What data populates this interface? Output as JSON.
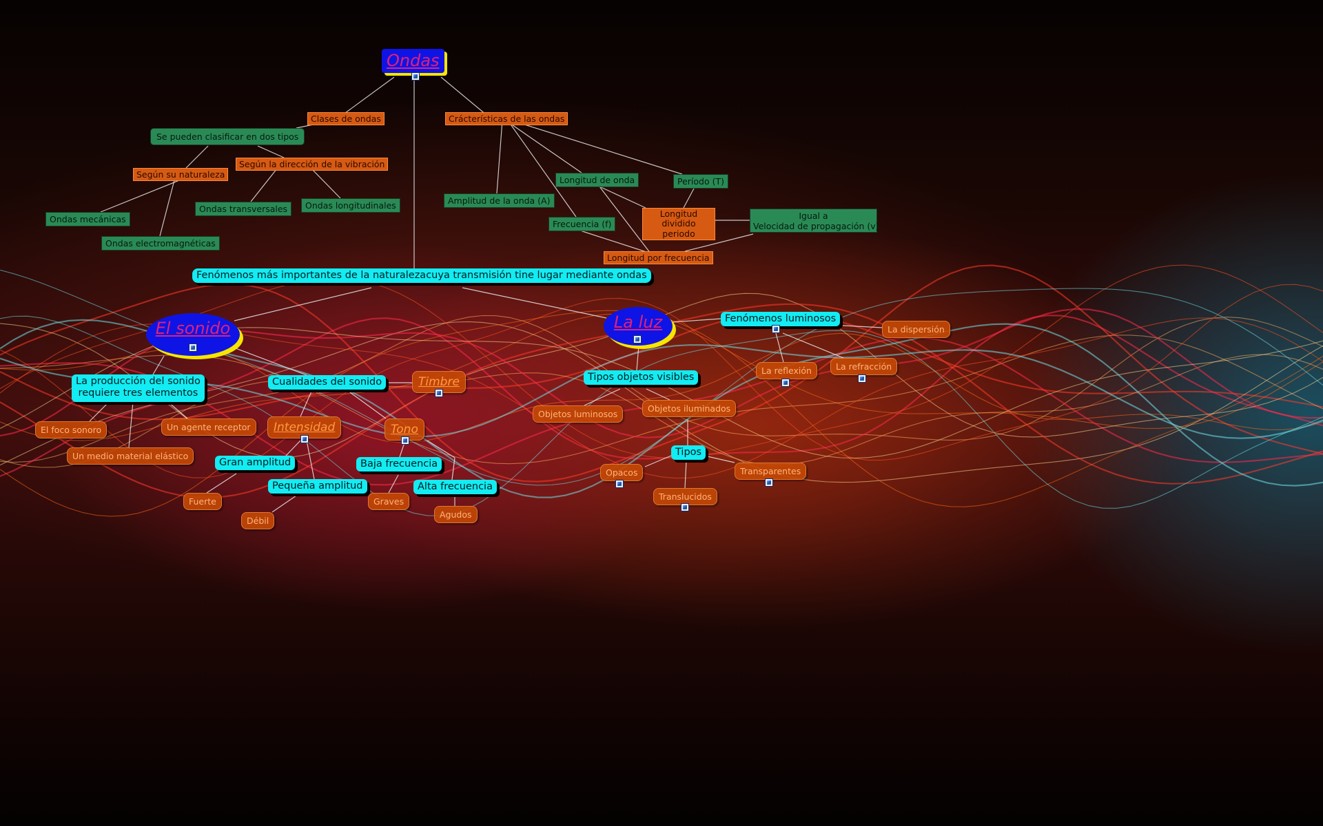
{
  "map": {
    "ondas": "Ondas",
    "clases": "Clases de ondas",
    "caracteristicas": "Crácterísticas de las ondas",
    "clasificar": "Se pueden clasificar en dos tipos",
    "naturaleza": "Según su naturaleza",
    "direccion": "Según la dirección de la vibración",
    "mecanicas": "Ondas mecánicas",
    "electromagneticas": "Ondas electromagnéticas",
    "transversales": "Ondas transversales",
    "longitudinales": "Ondas longitudinales",
    "amplitud": "Amplitud de la onda (A)",
    "longitud": "Longitud de onda",
    "periodo": "Período (T)",
    "frecuencia": "Frecuencia (f)",
    "long_div": "Longitud dividido periodo",
    "igual_a": "Igual a",
    "velocidad": "Velocidad de propagación (v)",
    "long_por": "Longitud por frecuencia",
    "fenomenos": "Fenómenos más importantes de la naturalezacuya transmisión tine lugar mediante ondas",
    "sonido": "El sonido",
    "luz": "La luz",
    "produccion_1": "La producción del sonido",
    "produccion_2": "requiere tres elementos",
    "cualidades": "Cualidades del sonido",
    "timbre": "Timbre",
    "intensidad": "Intensidad",
    "tono": "Tono",
    "foco": "El foco sonoro",
    "receptor": "Un agente receptor",
    "medio": "Un medio material elástico",
    "gran_amp": "Gran amplitud",
    "peq_amp": "Pequeña amplitud",
    "baja_frec": "Baja frecuencia",
    "alta_frec": "Alta frecuencia",
    "fuerte": "Fuerte",
    "debil": "Débil",
    "graves": "Graves",
    "agudos": "Agudos",
    "fen_luminosos": "Fenómenos luminosos",
    "dispersion": "La dispersión",
    "reflexion": "La reflexión",
    "refraccion": "La refracción",
    "tipos_objetos": "Tipos objetos visibles",
    "obj_luminosos": "Objetos luminosos",
    "obj_iluminados": "Objetos iluminados",
    "tipos": "Tipos",
    "opacos": "Opacos",
    "transparentes": "Transparentes",
    "translucidos": "Translucidos"
  },
  "colors": {
    "concept_green": "#2a8a55",
    "link_orange": "#d65a12",
    "concept_cyan": "#12ecf2",
    "node_orange": "#c44806",
    "ellipse_blue": "#0f14e6",
    "hyperlink_pink": "#e0207a",
    "shadow_yellow": "#f5e600",
    "connector": "#e8e8e8"
  },
  "icons": [
    "image-resource-icon",
    "document-resource-icon"
  ]
}
